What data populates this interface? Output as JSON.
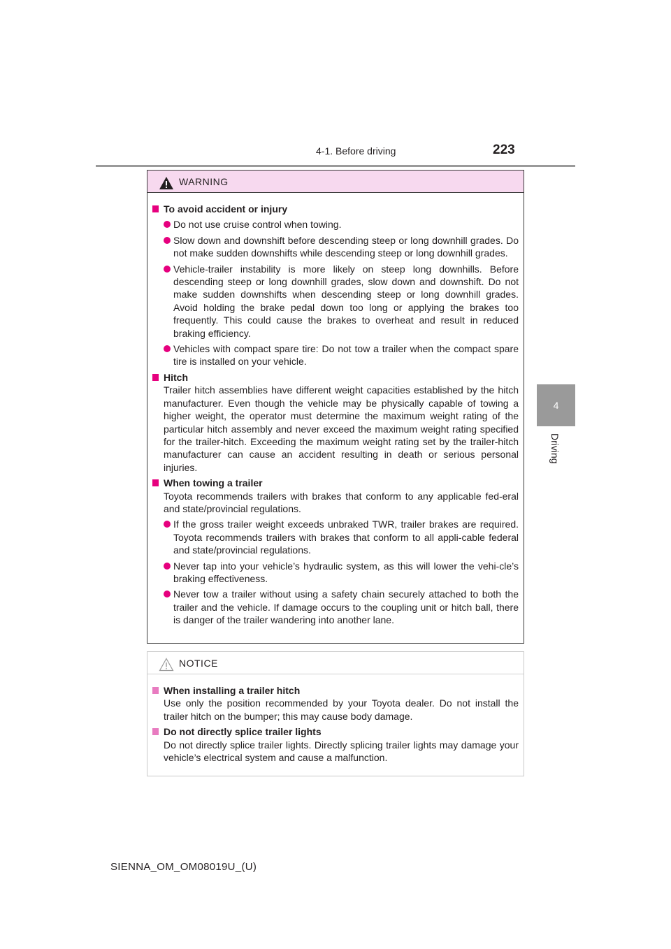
{
  "header": {
    "section": "4-1. Before driving",
    "page_number": "223"
  },
  "chapter": {
    "number": "4",
    "title": "Driving"
  },
  "warning": {
    "label": "WARNING",
    "icon": "warning-triangle-icon",
    "accent_color": "#e6007e",
    "header_bg": "#f7d9ef",
    "s1_title": "To avoid accident or injury",
    "s1_b1": "Do not use cruise control when towing.",
    "s1_b2": "Slow down and downshift before descending steep or long downhill grades. Do not make sudden downshifts while descending steep or long downhill grades.",
    "s1_b3": "Vehicle-trailer instability is more likely on steep long downhills. Before descending steep or long downhill grades, slow down and downshift. Do not make sudden downshifts when descending steep or long downhill grades. Avoid holding the brake pedal down too long or applying the brakes too frequently. This could cause the brakes to overheat and result in reduced braking efficiency.",
    "s1_b4": "Vehicles with compact spare tire: Do not tow a trailer when the compact spare tire is installed on your vehicle.",
    "s2_title": "Hitch",
    "s2_text": "Trailer hitch assemblies have different weight capacities established by the hitch manufacturer. Even though the vehicle may be physically capable of towing a higher weight, the operator must determine the maximum weight rating of the particular hitch assembly and never exceed the maximum weight rating specified for the trailer-hitch. Exceeding the maximum weight rating set by the trailer-hitch manufacturer can cause an accident resulting in death or serious personal injuries.",
    "s3_title": "When towing a trailer",
    "s3_text": "Toyota recommends trailers with brakes that conform to any applicable fed-eral and state/provincial regulations.",
    "s3_b1": "If the gross trailer weight exceeds unbraked TWR, trailer brakes are required. Toyota recommends trailers with brakes that conform to all appli-cable federal and state/provincial regulations.",
    "s3_b2": "Never tap into your vehicle’s hydraulic system, as this will lower the vehi-cle’s braking effectiveness.",
    "s3_b3": "Never tow a trailer without using a safety chain securely attached to both the trailer and the vehicle. If damage occurs to the coupling unit or hitch ball, there is danger of the trailer wandering into another lane."
  },
  "notice": {
    "label": "NOTICE",
    "icon": "caution-triangle-outline-icon",
    "s1_title": "When installing a trailer hitch",
    "s1_text": "Use only the position recommended by your Toyota dealer. Do not install the trailer hitch on the bumper; this may cause body damage.",
    "s2_title": "Do not directly splice trailer lights",
    "s2_text": "Do not directly splice trailer lights. Directly splicing trailer lights may damage your vehicle’s electrical system and cause a malfunction."
  },
  "footer": {
    "code": "SIENNA_OM_OM08019U_(U)"
  }
}
